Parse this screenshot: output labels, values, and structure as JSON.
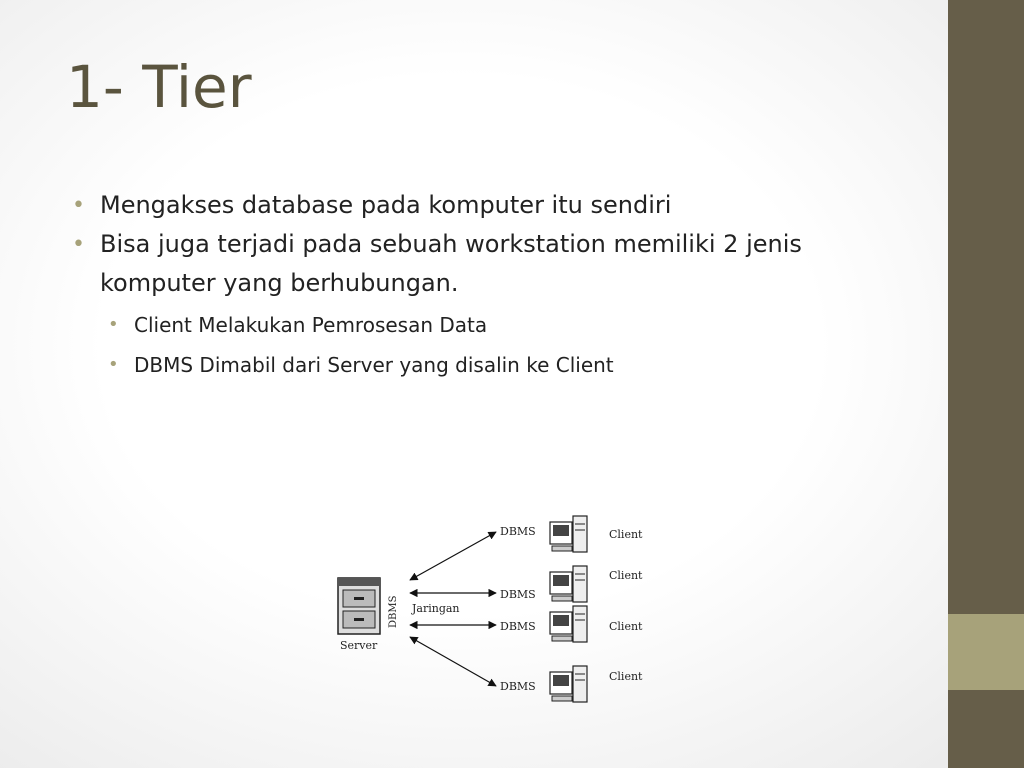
{
  "slide": {
    "title": "1- Tier",
    "bullets": [
      {
        "text": "Mengakses database pada komputer itu sendiri"
      },
      {
        "text": "Bisa juga terjadi pada sebuah workstation memiliki 2 jenis komputer yang berhubungan."
      }
    ],
    "sub_bullets": [
      {
        "text": "Client Melakukan Pemrosesan Data"
      },
      {
        "text": "DBMS Dimabil dari Server yang disalin ke Client"
      }
    ]
  },
  "diagram": {
    "server_label": "Server",
    "server_dbms_label": "DBMS",
    "network_label": "Jaringan",
    "dbms_labels": [
      "DBMS",
      "DBMS",
      "DBMS",
      "DBMS"
    ],
    "client_labels": [
      "Client",
      "Client",
      "Client",
      "Client"
    ]
  },
  "colors": {
    "title": "#5a543e",
    "sidebar": "#665e49",
    "sidebar_accent": "#a7a27a",
    "bullet_dot": "#a7a27a"
  }
}
